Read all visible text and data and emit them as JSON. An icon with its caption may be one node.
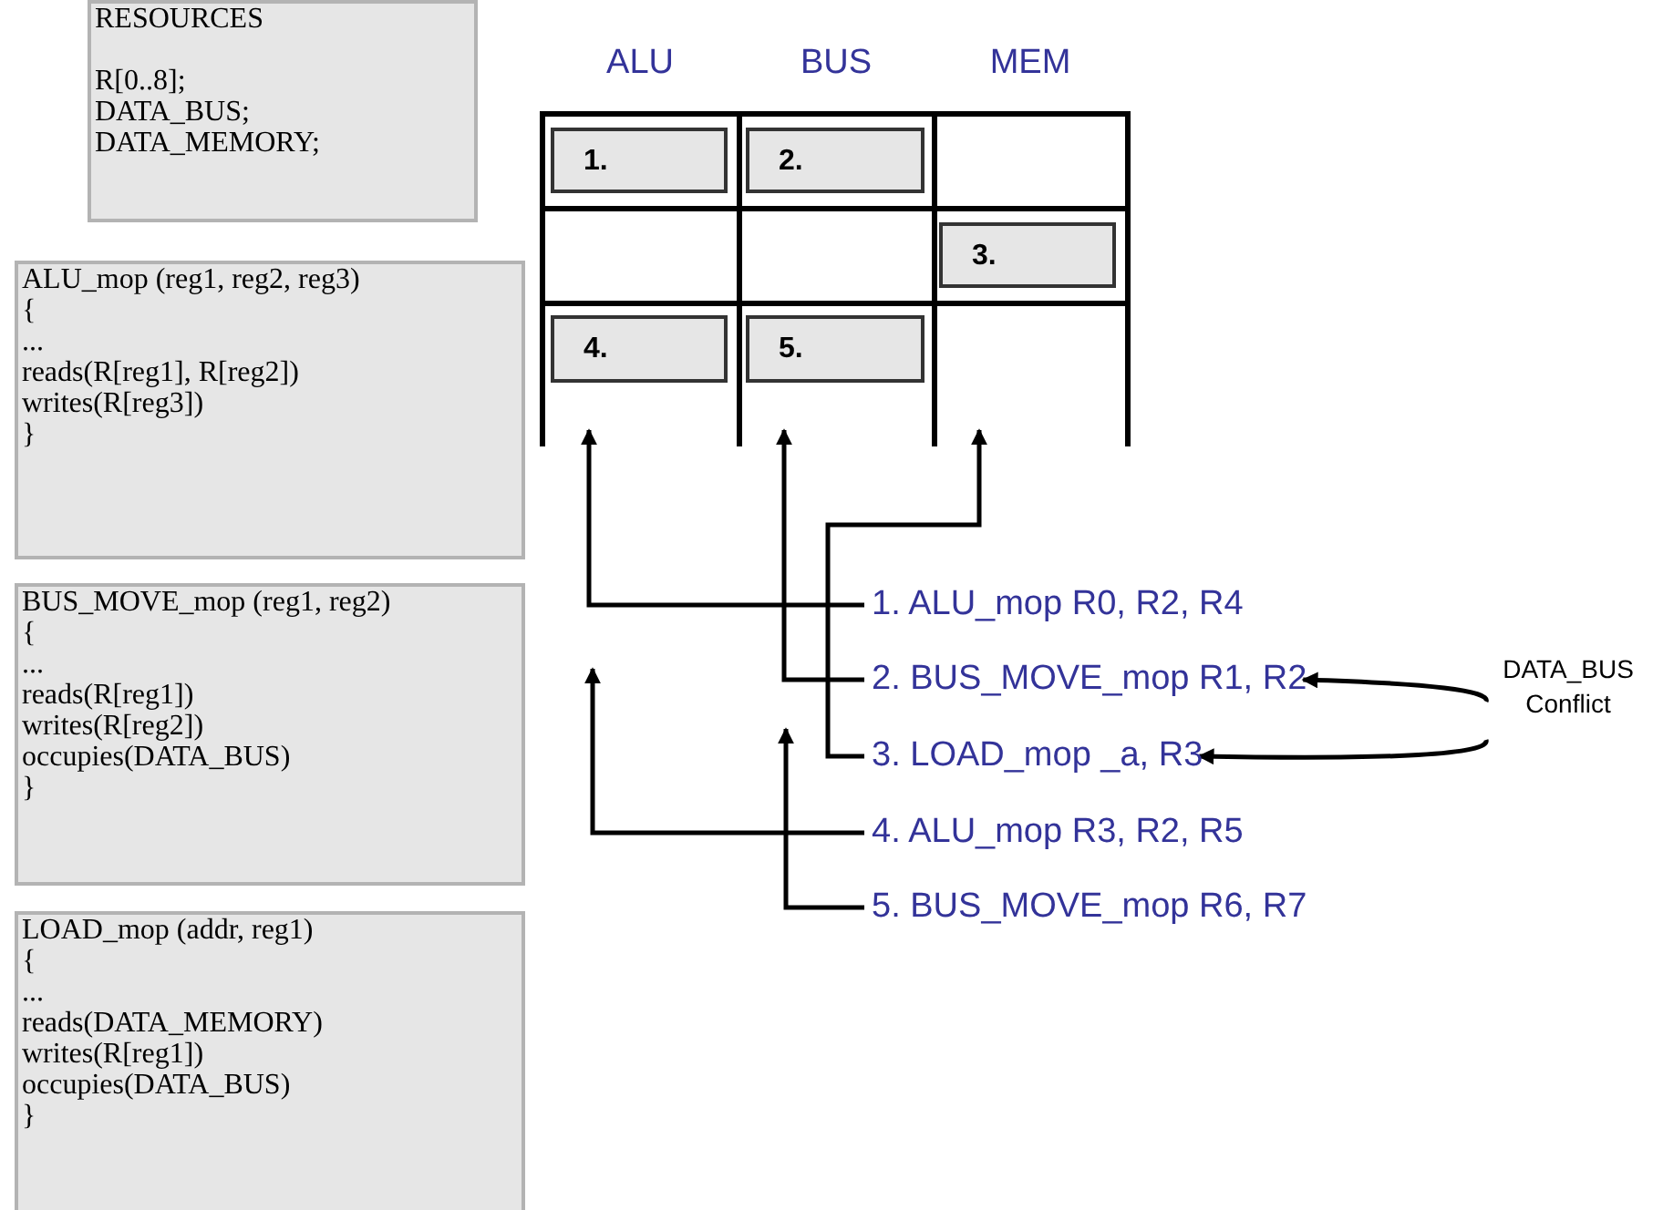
{
  "diagram": {
    "nodes": [
      {
        "text": [
          "RESOURCES",
          "R[0..8];",
          "DATA_BUS;",
          "DATA_MEMORY;"
        ]
      },
      {
        "text": [
          "ALU_mop (reg1, reg2, reg3)",
          "{",
          "...",
          "reads(R[reg1], R[reg2])",
          "writes(R[reg3])",
          "}"
        ]
      },
      {
        "text": [
          "BUS_MOVE_mop (reg1, reg2)",
          "{",
          "...",
          "reads(R[reg1])",
          "writes(R[reg2])",
          "occupies(DATA_BUS)",
          "}"
        ]
      },
      {
        "text": [
          "LOAD_mop (addr, reg1)",
          "{",
          "...",
          "reads(DATA_MEMORY)",
          "writes(R[reg1])",
          "occupies(DATA_BUS)",
          "}"
        ]
      },
      {
        "text": [
          "ALU"
        ]
      },
      {
        "text": [
          "1."
        ],
        "in": 4
      },
      {
        "text": [
          "4."
        ],
        "in": 4
      },
      {
        "text": [
          "BUS"
        ]
      },
      {
        "text": [
          "2."
        ],
        "in": 7
      },
      {
        "text": [
          "5."
        ],
        "in": 7
      },
      {
        "text": [
          "MEM"
        ]
      },
      {
        "text": [
          "3."
        ],
        "in": 10
      },
      {
        "text": [
          "1. ALU_mop R0, R2, R4"
        ]
      },
      {
        "text": [
          "2. BUS_MOVE_mop R1, R2"
        ]
      },
      {
        "text": [
          "3. LOAD_mop _a, R3"
        ]
      },
      {
        "text": [
          "4. ALU_mop R3, R2, R5"
        ]
      },
      {
        "text": [
          "5. BUS_MOVE_mop R6, R7"
        ]
      },
      {
        "text": [
          "DATA_BUS Conflict"
        ]
      }
    ],
    "edges": [
      {
        "from": 12,
        "to": 4,
        "arrow": "to"
      },
      {
        "from": 13,
        "to": 7,
        "arrow": "to"
      },
      {
        "from": 14,
        "to": 10,
        "arrow": "to"
      },
      {
        "from": 15,
        "to": null,
        "arrow": "to"
      },
      {
        "from": 16,
        "to": null,
        "arrow": "to"
      },
      {
        "from": 17,
        "to": 13,
        "arrow": "to"
      },
      {
        "from": 17,
        "to": 14,
        "arrow": "to"
      }
    ]
  }
}
